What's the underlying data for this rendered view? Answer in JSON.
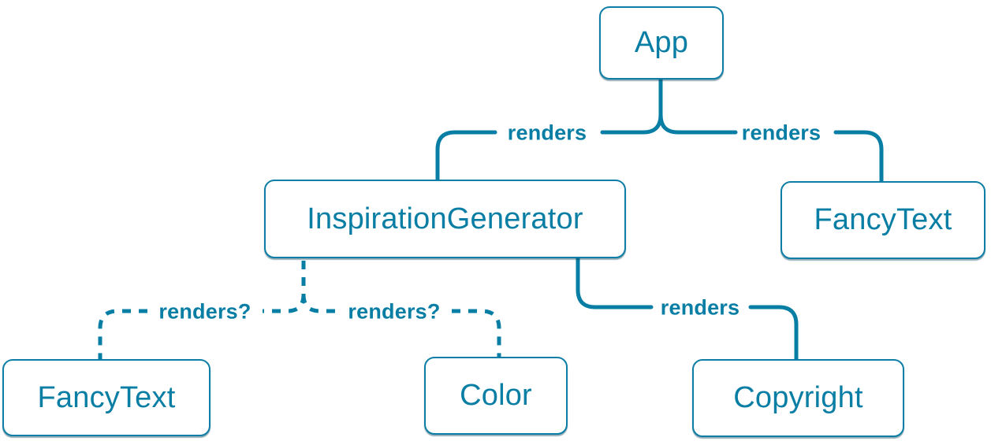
{
  "diagram": {
    "type": "component-render-tree",
    "colors": {
      "accent": "#087EA4",
      "node_fill": "#FFFFFF",
      "background": "#FFFFFF"
    },
    "nodes": [
      {
        "id": "app",
        "label": "App"
      },
      {
        "id": "inspiration-generator",
        "label": "InspirationGenerator"
      },
      {
        "id": "fancy-text-top",
        "label": "FancyText"
      },
      {
        "id": "fancy-text-bottom",
        "label": "FancyText"
      },
      {
        "id": "color",
        "label": "Color"
      },
      {
        "id": "copyright",
        "label": "Copyright"
      }
    ],
    "edges": [
      {
        "from": "App",
        "to": "InspirationGenerator",
        "label": "renders",
        "style": "solid"
      },
      {
        "from": "App",
        "to": "FancyText",
        "label": "renders",
        "style": "solid"
      },
      {
        "from": "InspirationGenerator",
        "to": "FancyText",
        "label": "renders?",
        "style": "dashed"
      },
      {
        "from": "InspirationGenerator",
        "to": "Color",
        "label": "renders?",
        "style": "dashed"
      },
      {
        "from": "InspirationGenerator",
        "to": "Copyright",
        "label": "renders",
        "style": "solid"
      }
    ]
  }
}
